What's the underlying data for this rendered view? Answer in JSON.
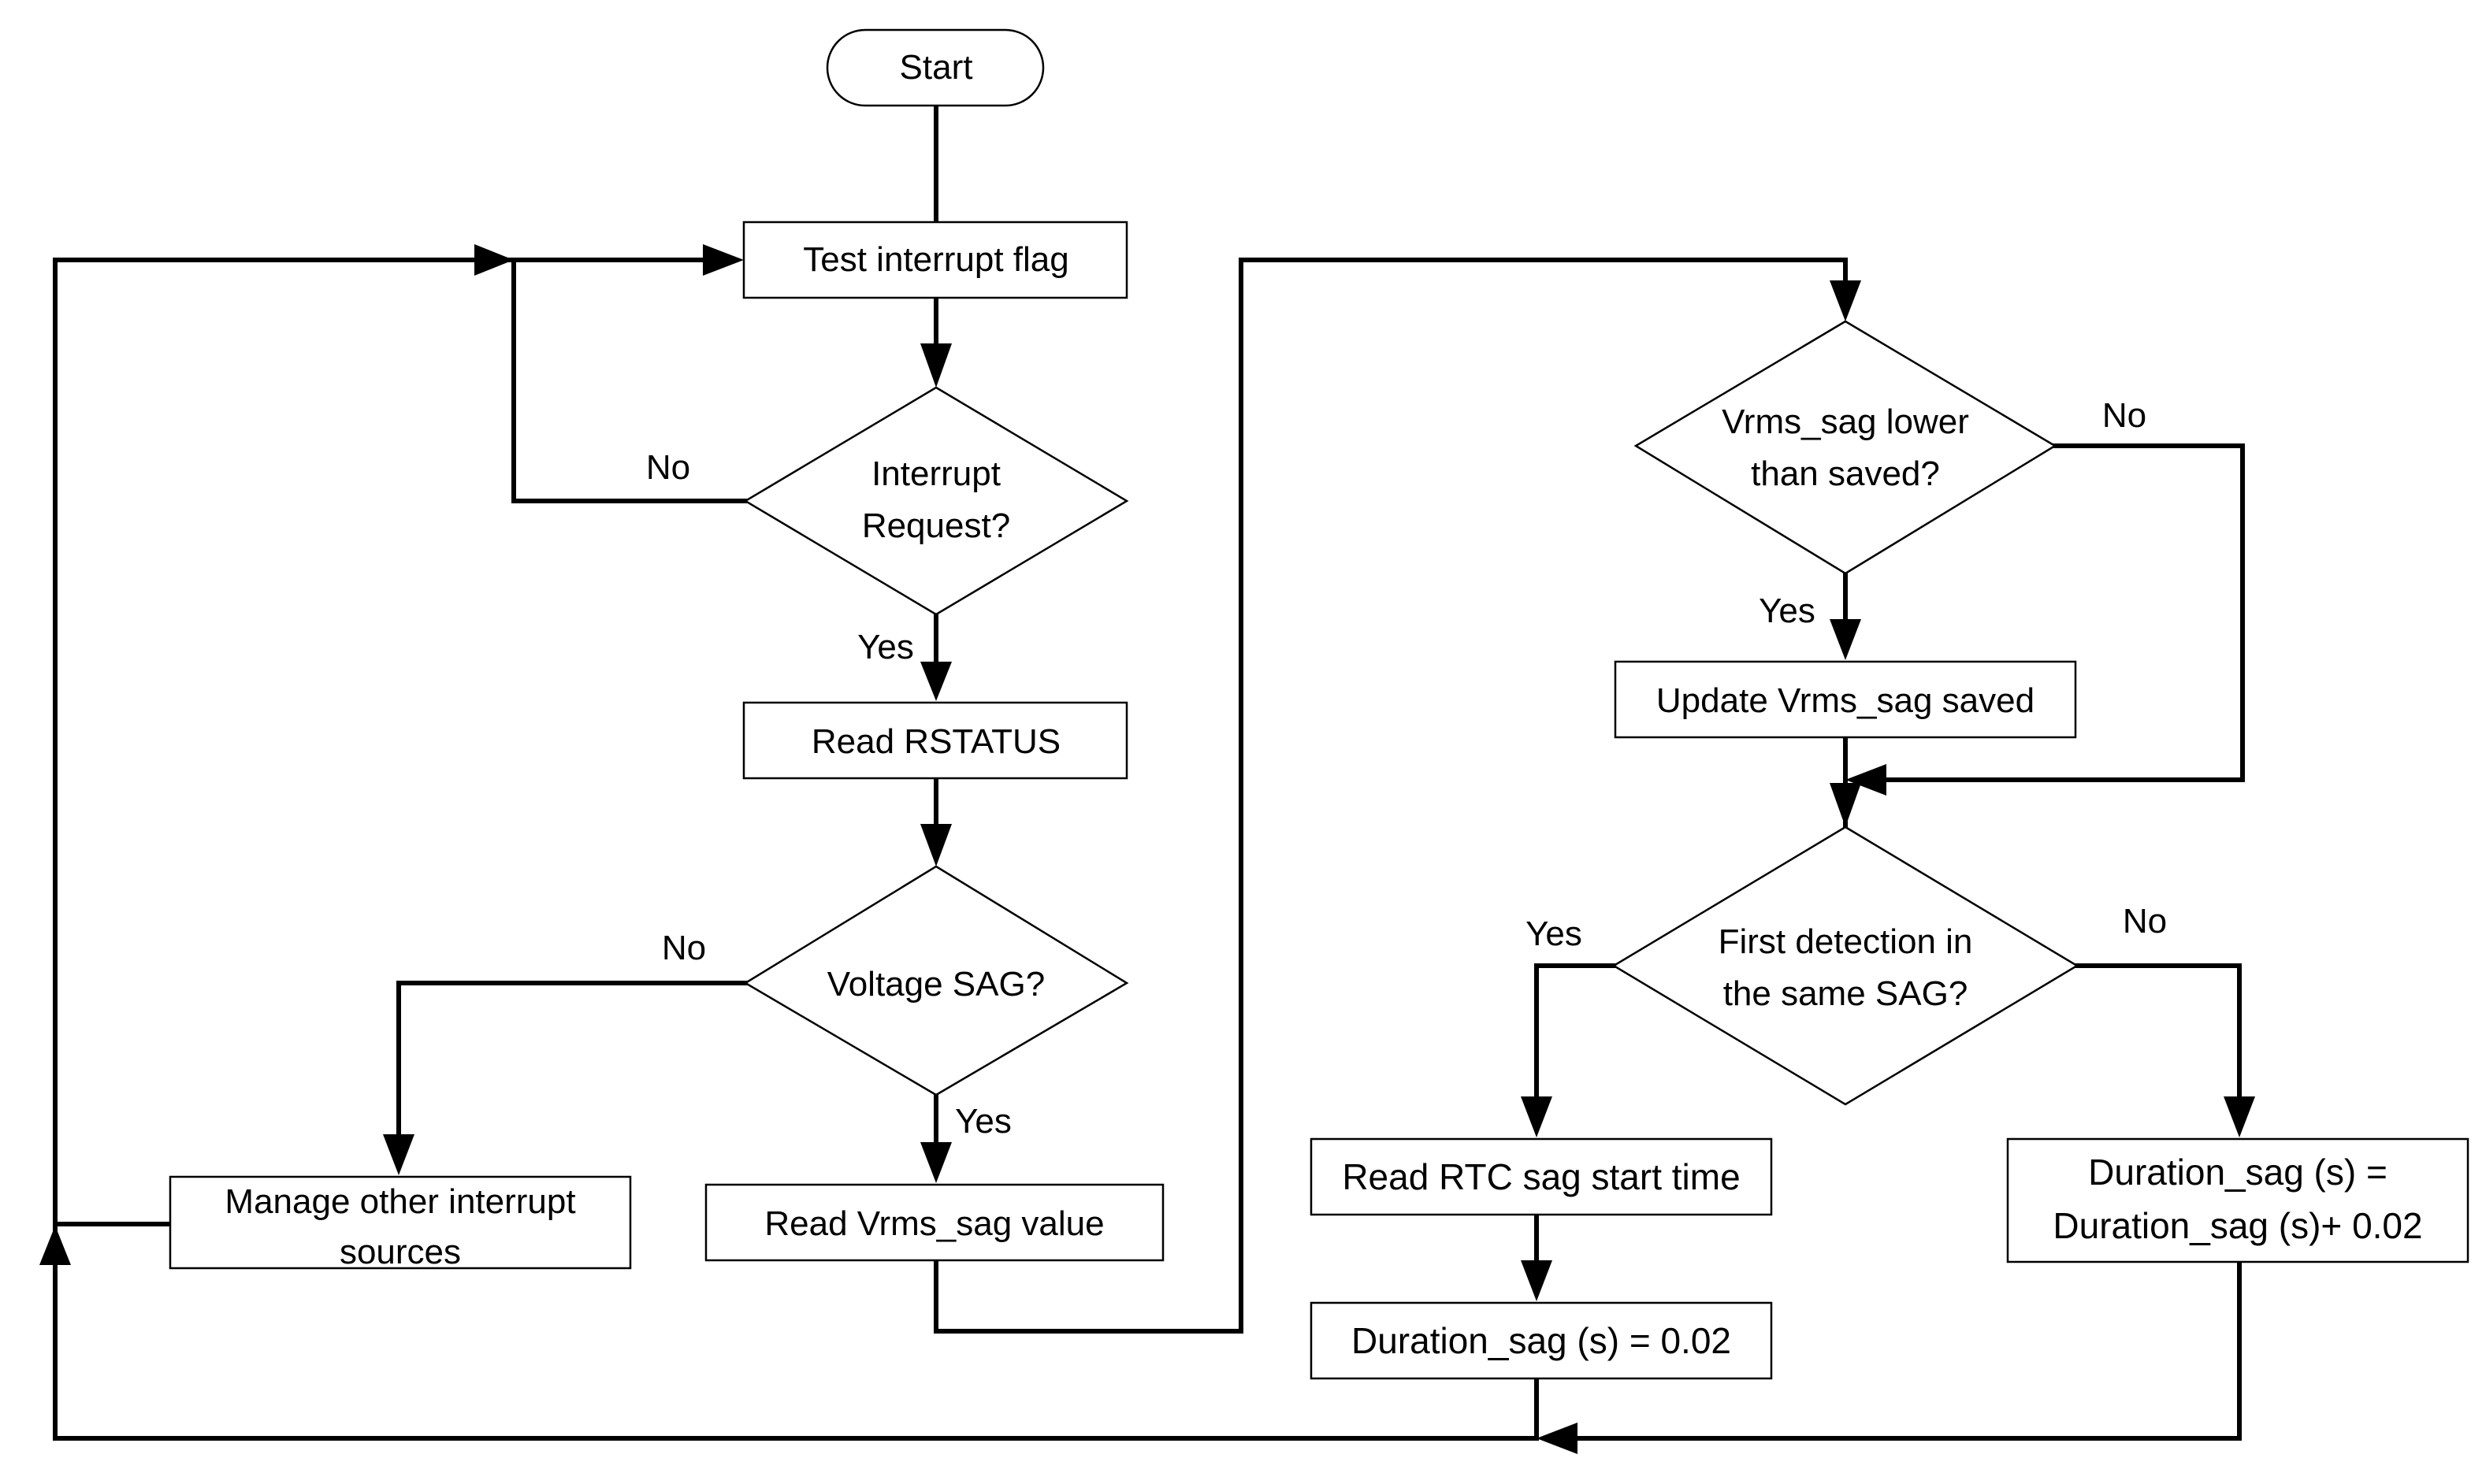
{
  "nodes": {
    "start": "Start",
    "test_flag": "Test interrupt flag",
    "interrupt_request": [
      "Interrupt",
      "Request?"
    ],
    "read_rstatus": "Read RSTATUS",
    "voltage_sag": "Voltage SAG?",
    "manage_other": [
      "Manage other interrupt",
      "sources"
    ],
    "read_vrms": "Read Vrms_sag value",
    "vrms_lower": [
      "Vrms_sag lower",
      "than saved?"
    ],
    "update_vrms": "Update Vrms_sag saved",
    "first_detection": [
      "First detection in",
      "the same SAG?"
    ],
    "read_rtc": "Read RTC sag start time",
    "duration_init": "Duration_sag (s) = 0.02",
    "duration_add": [
      "Duration_sag (s) =",
      "Duration_sag (s)+ 0.02"
    ]
  },
  "edge_labels": {
    "interrupt_no": "No",
    "interrupt_yes": "Yes",
    "sag_no": "No",
    "sag_yes": "Yes",
    "vrms_no": "No",
    "vrms_yes": "Yes",
    "first_yes": "Yes",
    "first_no": "No"
  }
}
